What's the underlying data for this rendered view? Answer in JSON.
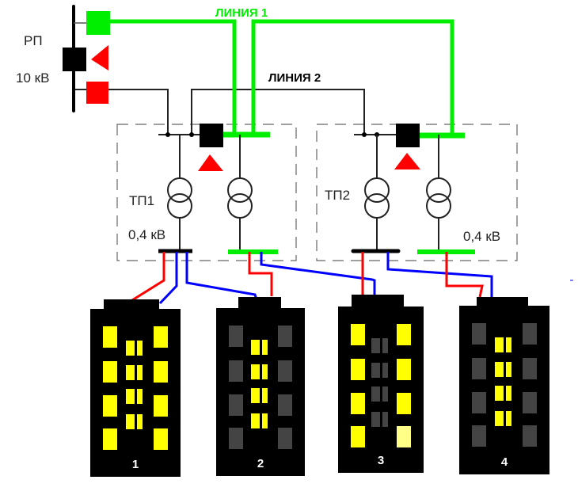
{
  "colors": {
    "line1": "#00ee00",
    "line2": "#222222",
    "feed_red": "#ff0000",
    "feed_blue": "#0000ff",
    "breaker_on": "#000000",
    "indicator": "#ff0000",
    "window_lit": "#ffff00",
    "window_dim": "#444444",
    "window_pale": "#ffff88",
    "building": "#000000"
  },
  "rp": {
    "name": "РП",
    "voltage": "10 кВ",
    "breakers": [
      {
        "id": "rp-line1",
        "state": "closed",
        "color": "green"
      },
      {
        "id": "rp-sectional",
        "state": "closed",
        "color": "black"
      },
      {
        "id": "rp-line2",
        "state": "open",
        "color": "red"
      }
    ]
  },
  "lines": [
    {
      "id": "line1",
      "label": "ЛИНИЯ 1"
    },
    {
      "id": "line2",
      "label": "ЛИНИЯ 2"
    }
  ],
  "substations": [
    {
      "id": "tp1",
      "name": "ТП1",
      "voltage_label": "0,4 кВ",
      "sectional_breaker": "closed"
    },
    {
      "id": "tp2",
      "name": "ТП2",
      "voltage_label": "0,4 кВ",
      "sectional_breaker": "closed"
    }
  ],
  "buildings": [
    {
      "number": "1",
      "side": [
        "lit",
        "lit",
        "lit",
        "lit"
      ],
      "middle": [
        "lit",
        "lit",
        "lit",
        "lit"
      ],
      "side_right": [
        "lit",
        "lit",
        "lit",
        "lit"
      ]
    },
    {
      "number": "2",
      "side": [
        "dim",
        "dim",
        "dim",
        "dim"
      ],
      "middle": [
        "lit",
        "lit",
        "lit",
        "lit"
      ],
      "side_right": [
        "dim",
        "dim",
        "dim",
        "dim"
      ]
    },
    {
      "number": "3",
      "side": [
        "lit",
        "lit",
        "lit",
        "lit"
      ],
      "middle": [
        "dim",
        "dim",
        "dim",
        "dim"
      ],
      "side_right": [
        "lit",
        "lit",
        "lit",
        "pale"
      ]
    },
    {
      "number": "4",
      "side": [
        "dim",
        "dim",
        "dim",
        "dim"
      ],
      "middle": [
        "lit",
        "lit",
        "lit",
        "lit"
      ],
      "side_right": [
        "dim",
        "dim",
        "dim",
        "dim"
      ]
    }
  ]
}
